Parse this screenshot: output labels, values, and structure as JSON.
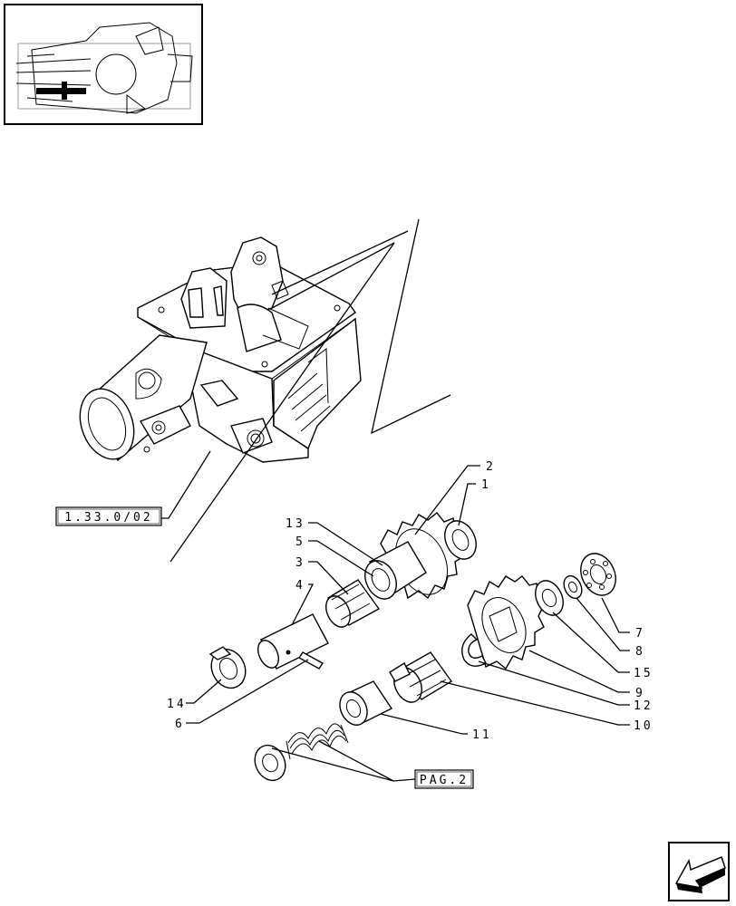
{
  "references": {
    "group_ref": "1.33.0/02",
    "page_ref": "PAG.2"
  },
  "callouts": [
    {
      "id": "1",
      "label": "1"
    },
    {
      "id": "2",
      "label": "2"
    },
    {
      "id": "3",
      "label": "3"
    },
    {
      "id": "4",
      "label": "4"
    },
    {
      "id": "5",
      "label": "5"
    },
    {
      "id": "6",
      "label": "6"
    },
    {
      "id": "7",
      "label": "7"
    },
    {
      "id": "8",
      "label": "8"
    },
    {
      "id": "9",
      "label": "9"
    },
    {
      "id": "10",
      "label": "10"
    },
    {
      "id": "11",
      "label": "11"
    },
    {
      "id": "12",
      "label": "12"
    },
    {
      "id": "13",
      "label": "13"
    },
    {
      "id": "14",
      "label": "14"
    },
    {
      "id": "15",
      "label": "15"
    }
  ],
  "icons": {
    "thumbnail": "locator-thumbnail-icon",
    "nav": "previous-page-arrow-icon"
  }
}
